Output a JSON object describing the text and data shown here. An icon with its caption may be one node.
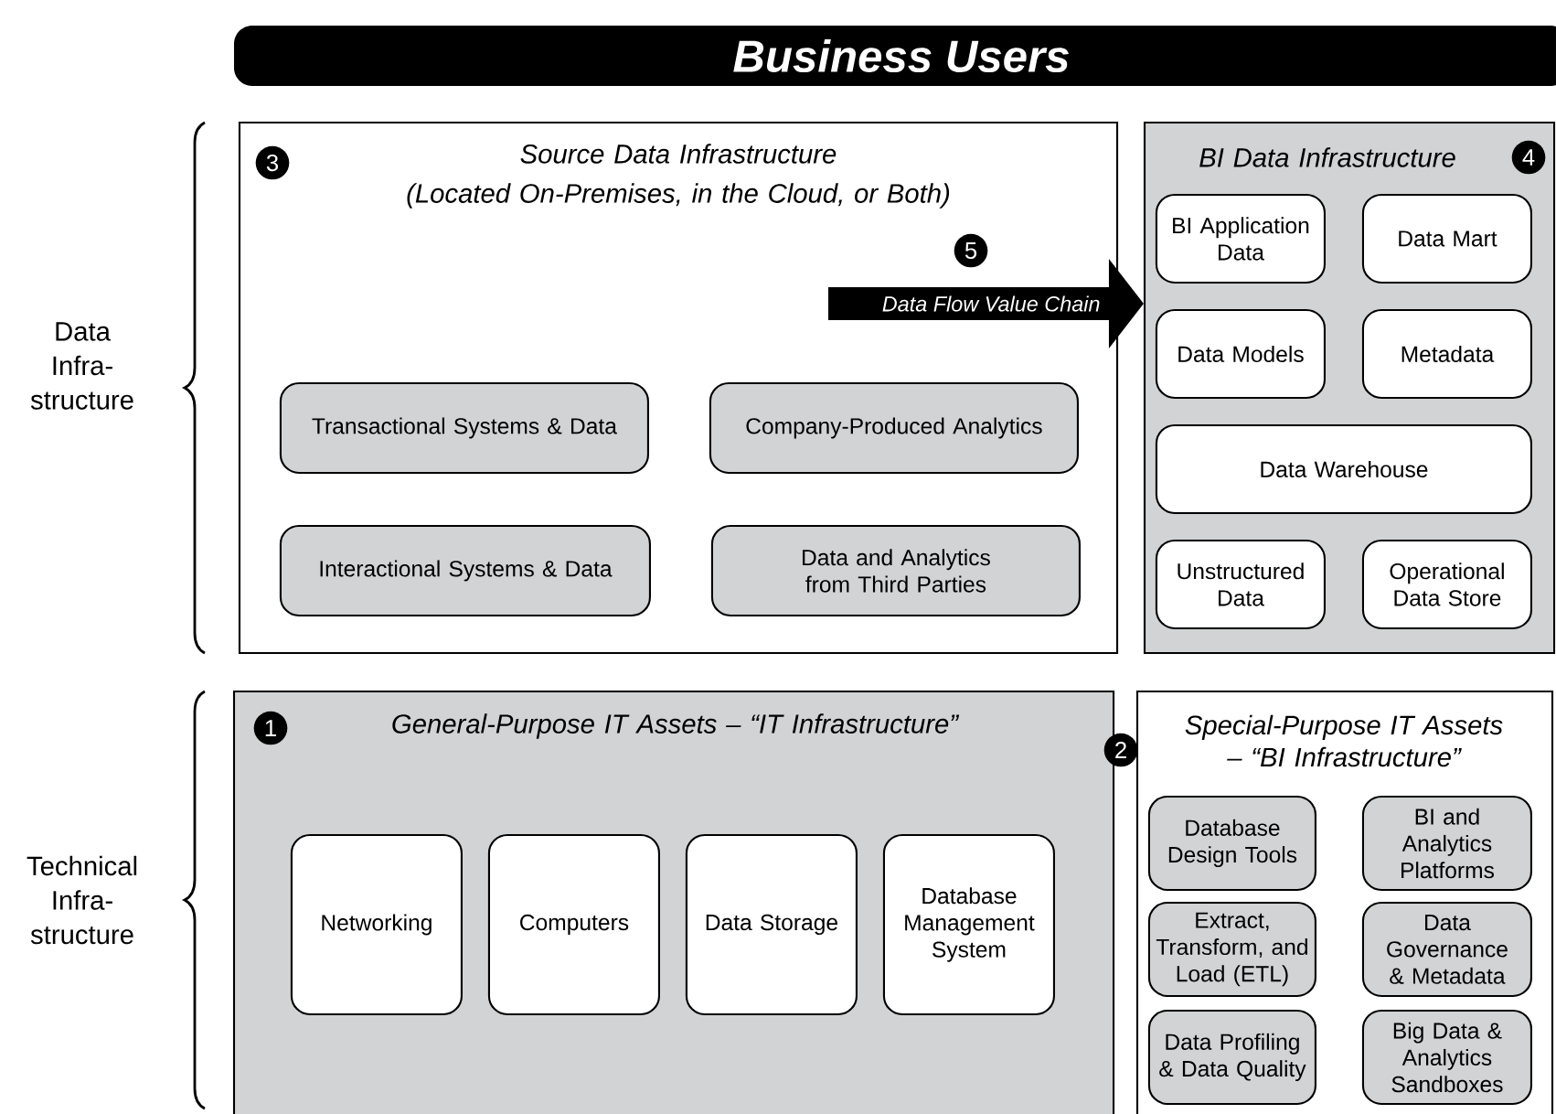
{
  "diagram": {
    "nodes": [
      {
        "text": [
          "Business Users"
        ]
      },
      {
        "text": [
          "Source Data Infrastructure",
          "(Located On-Premises, in the Cloud, or Both)"
        ]
      },
      {
        "text": [
          "Transactional Systems & Data"
        ],
        "in": 1
      },
      {
        "text": [
          "Company-Produced Analytics"
        ],
        "in": 1
      },
      {
        "text": [
          "Interactional Systems & Data"
        ],
        "in": 1
      },
      {
        "text": [
          "Data and Analytics from Third Parties"
        ],
        "in": 1
      },
      {
        "text": [
          "BI Data Infrastructure"
        ]
      },
      {
        "text": [
          "BI Application Data"
        ],
        "in": 6
      },
      {
        "text": [
          "Data Mart"
        ],
        "in": 6
      },
      {
        "text": [
          "Data Models"
        ],
        "in": 6
      },
      {
        "text": [
          "Metadata"
        ],
        "in": 6
      },
      {
        "text": [
          "Data Warehouse"
        ],
        "in": 6
      },
      {
        "text": [
          "Unstructured Data"
        ],
        "in": 6
      },
      {
        "text": [
          "Operational Data Store"
        ],
        "in": 6
      },
      {
        "text": [
          "General-Purpose IT Assets – “IT Infrastructure”"
        ]
      },
      {
        "text": [
          "Networking"
        ],
        "in": 14
      },
      {
        "text": [
          "Computers"
        ],
        "in": 14
      },
      {
        "text": [
          "Data Storage"
        ],
        "in": 14
      },
      {
        "text": [
          "Database Management System"
        ],
        "in": 14
      },
      {
        "text": [
          "Special-Purpose IT Assets – “BI Infrastructure”"
        ]
      },
      {
        "text": [
          "Database Design Tools"
        ],
        "in": 19
      },
      {
        "text": [
          "BI and Analytics Platforms"
        ],
        "in": 19
      },
      {
        "text": [
          "Extract, Transform, and Load (ETL)"
        ],
        "in": 19
      },
      {
        "text": [
          "Data Governance & Metadata"
        ],
        "in": 19
      },
      {
        "text": [
          "Data Profiling & Data Quality"
        ],
        "in": 19
      },
      {
        "text": [
          "Big Data & Analytics Sandboxes"
        ],
        "in": 19
      }
    ],
    "edges": [
      {
        "from": null,
        "to": 6,
        "arrow": "to",
        "label": "Data Flow Value Chain"
      }
    ],
    "labels": [
      "3",
      "4",
      "5",
      "Data Infra-structure",
      "1",
      "Technical Infra-structure",
      "2"
    ]
  }
}
